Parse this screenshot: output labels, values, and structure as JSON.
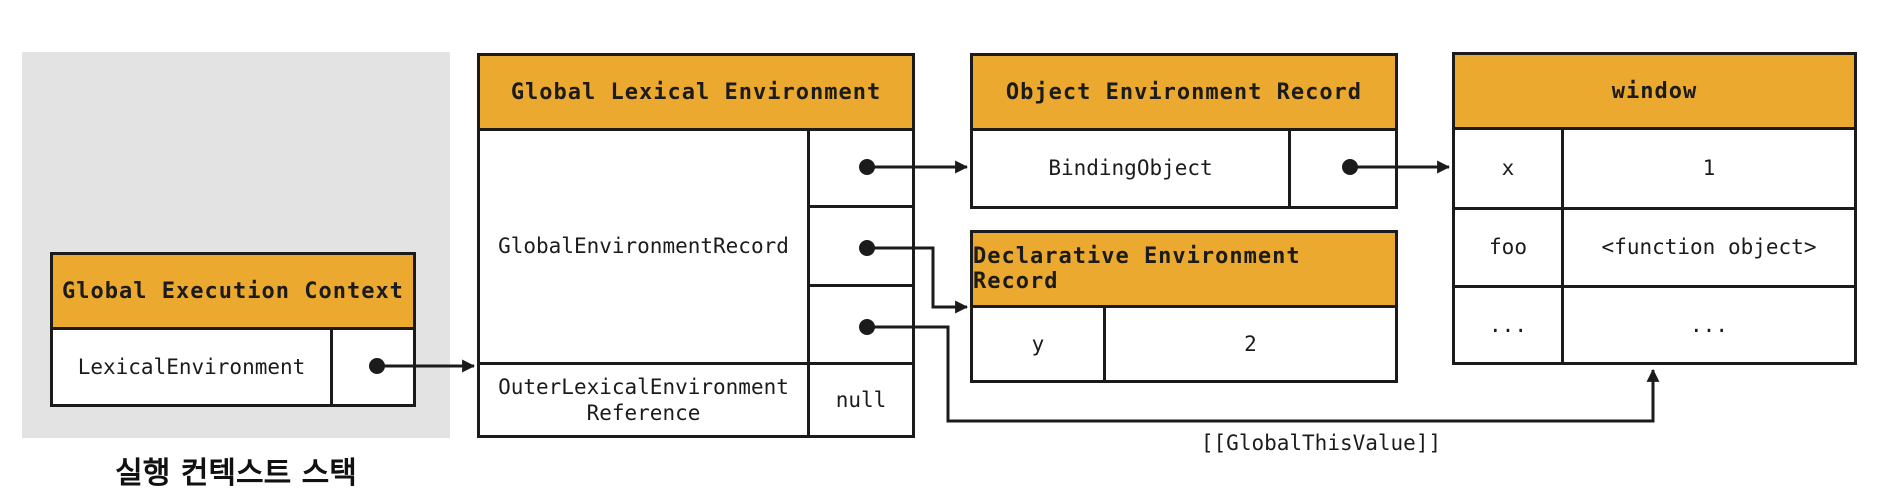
{
  "colors": {
    "header_bg": "#eca92f",
    "stack_panel_bg": "#e4e3e3",
    "line": "#1b1b1b",
    "box_bg": "#ffffff"
  },
  "stack": {
    "caption": "실행 컨텍스트 스택",
    "gec": {
      "title": "Global Execution Context",
      "lexical_env_label": "LexicalEnvironment"
    }
  },
  "gle": {
    "title": "Global Lexical Environment",
    "record_label": "GlobalEnvironmentRecord",
    "outer_ref_label": "OuterLexicalEnvironment\nReference",
    "outer_ref_value": "null"
  },
  "oer": {
    "title": "Object Environment Record",
    "binding_label": "BindingObject"
  },
  "der": {
    "title": "Declarative Environment Record",
    "entries": [
      {
        "key": "y",
        "value": "2"
      }
    ]
  },
  "window_obj": {
    "title": "window",
    "entries": [
      {
        "key": "x",
        "value": "1"
      },
      {
        "key": "foo",
        "value": "<function object>"
      },
      {
        "key": "...",
        "value": "..."
      }
    ]
  },
  "labels": {
    "global_this_value": "[[GlobalThisValue]]"
  }
}
